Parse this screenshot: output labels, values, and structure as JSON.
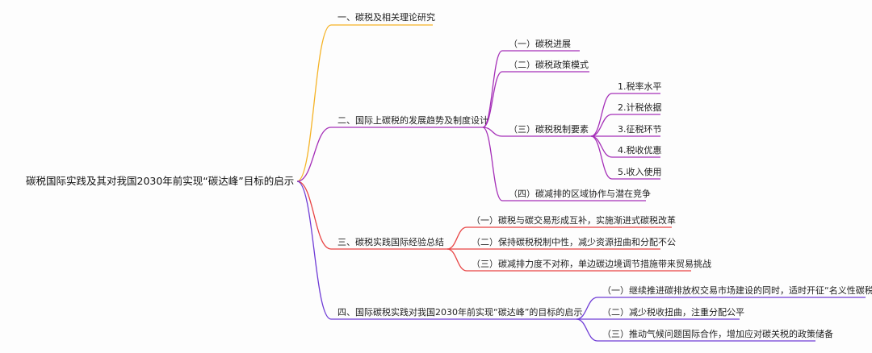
{
  "root": "碳税国际实践及其对我国2030年前实现“碳达峰”目标的启示",
  "branch1": {
    "label": "一、碳税及相关理论研究",
    "color": "#f5b326"
  },
  "branch2": {
    "label": "二、国际上碳税的发展趋势及制度设计",
    "color": "#a52fb8",
    "c1": "（一）碳税进展",
    "c2": "（二）碳税政策模式",
    "c3": {
      "label": "（三）碳税税制要素",
      "items": [
        "1.税率水平",
        "2.计税依据",
        "3.征税环节",
        "4.税收优惠",
        "5.收入使用"
      ]
    },
    "c4": "（四）碳减排的区域协作与潜在竞争"
  },
  "branch3": {
    "label": "三、碳税实践国际经验总结",
    "color": "#e84343",
    "c1": "（一）碳税与碳交易形成互补，实施渐进式碳税改革",
    "c2": "（二）保持碳税税制中性，减少资源扭曲和分配不公",
    "c3": "（三）碳减排力度不对称，单边碳边境调节措施带来贸易挑战"
  },
  "branch4": {
    "label": "四、国际碳税实践对我国2030年前实现“碳达峰”的目标的启示",
    "color": "#6f3cd6",
    "c1": "（一）继续推进碳排放权交易市场建设的同时，适时开征“名义性碳税”",
    "c2": "（二）减少税收扭曲，注重分配公平",
    "c3": "（三）推动气候问题国际合作，增加应对碳关税的政策储备"
  }
}
